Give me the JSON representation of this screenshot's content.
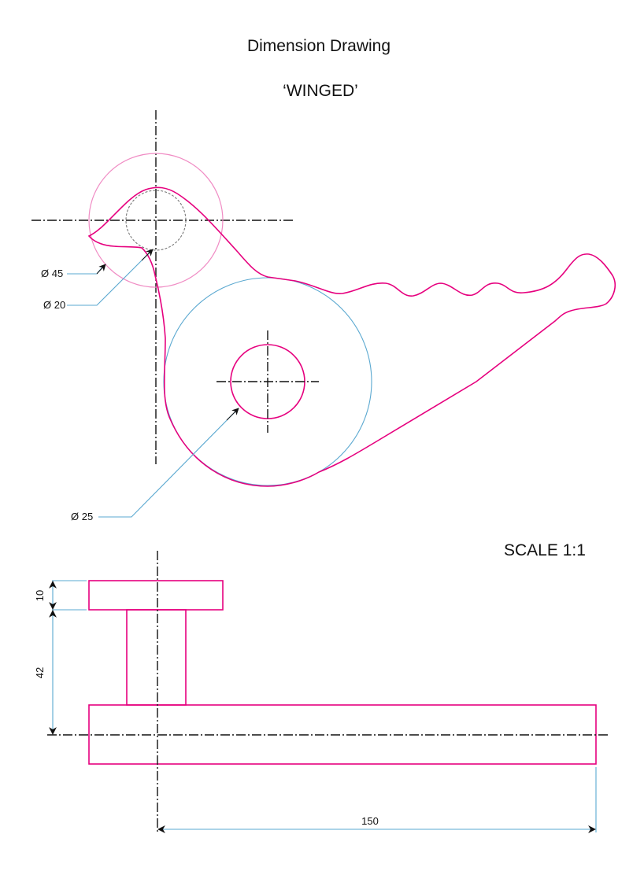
{
  "title": "Dimension Drawing",
  "subtitle": "‘WINGED’",
  "scale": "SCALE 1:1",
  "dimensions": {
    "d45": "Ø 45",
    "d20": "Ø 20",
    "d25": "Ø 25",
    "h10": "10",
    "h42": "42",
    "w150": "150"
  },
  "colors": {
    "outline": "#e6007e",
    "dimension": "#5aa8d0",
    "centerline": "#111111"
  }
}
